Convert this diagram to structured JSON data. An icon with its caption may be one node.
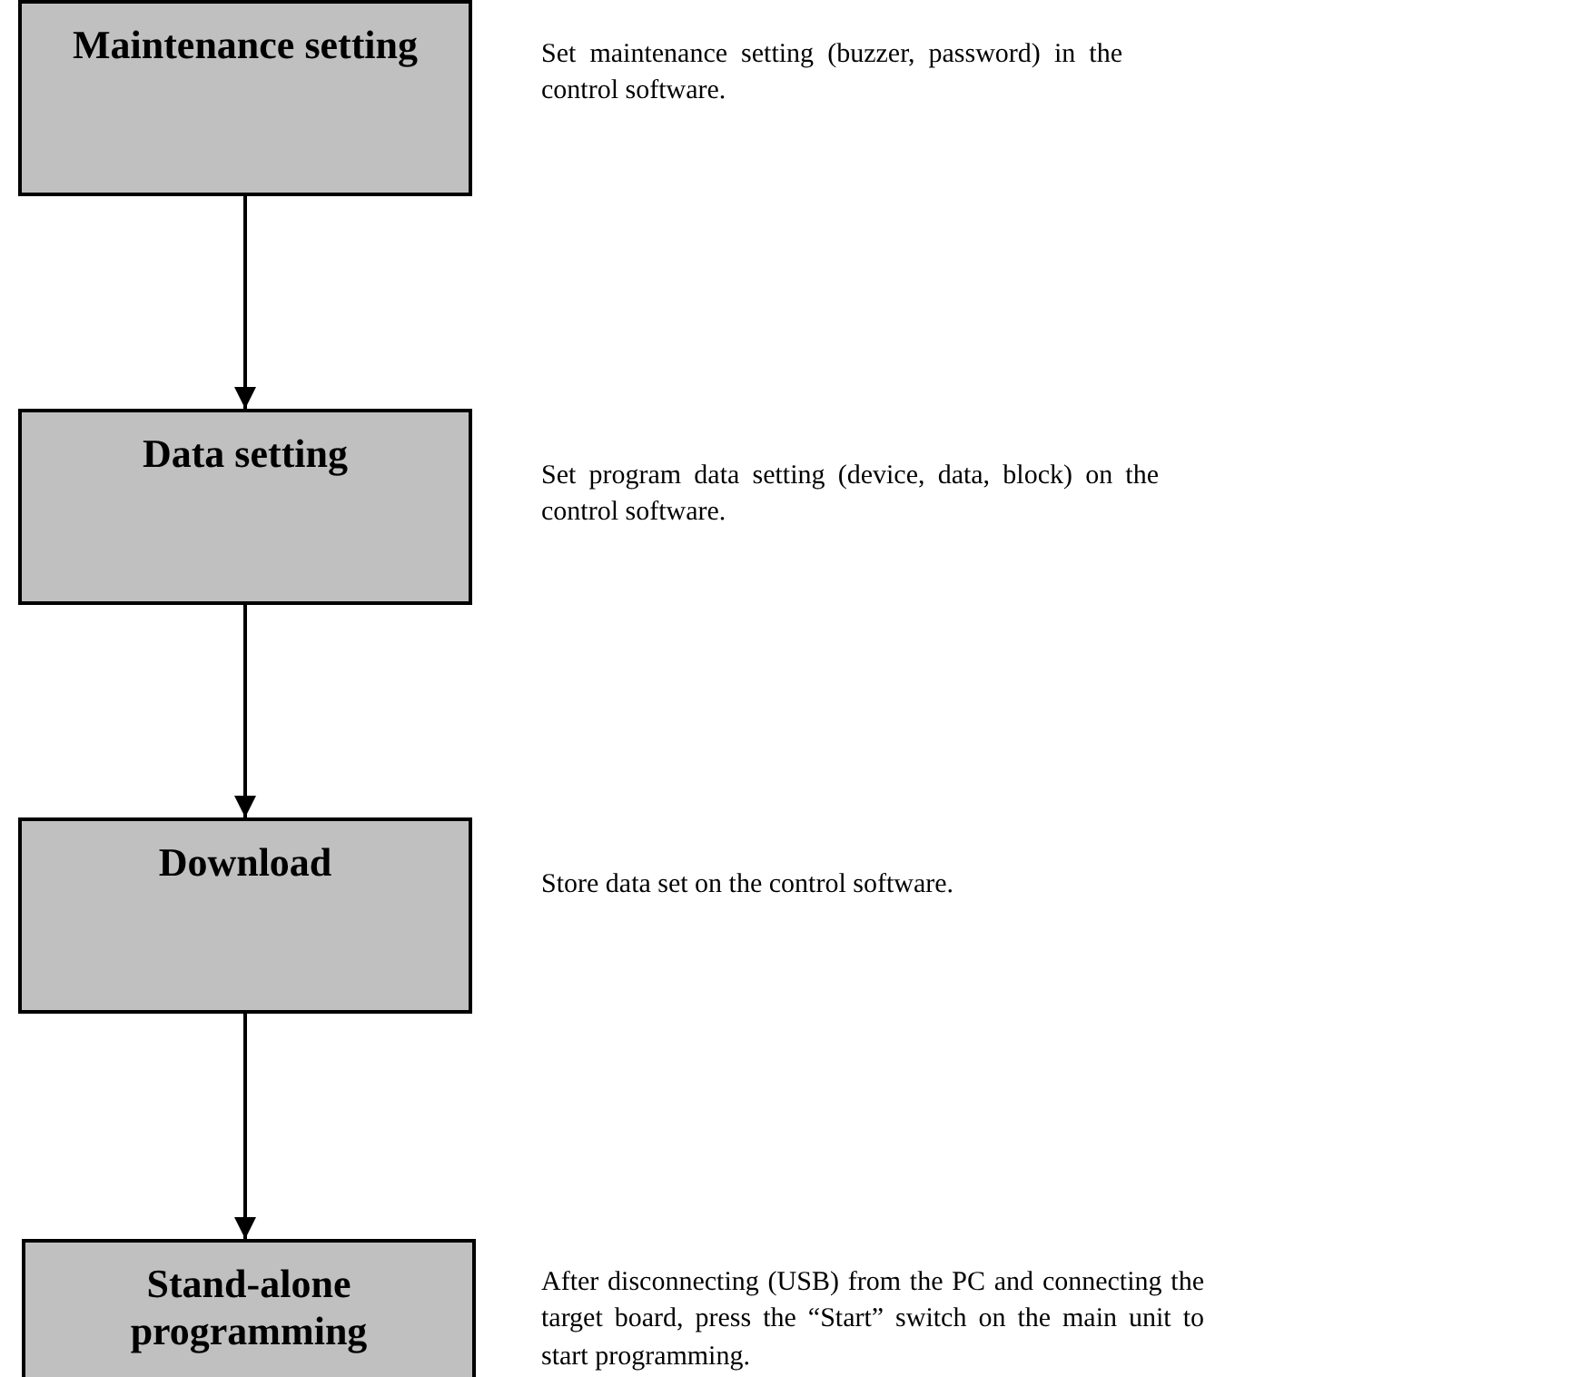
{
  "diagram": {
    "nodes": [
      {
        "text": [
          "Maintenance setting"
        ],
        "beside": [
          "Set maintenance setting (buzzer, password) in the control software."
        ]
      },
      {
        "text": [
          "Data setting"
        ],
        "beside": [
          "Set program data setting (device, data, block) on the control software."
        ]
      },
      {
        "text": [
          "Download"
        ],
        "beside": [
          "Store data set on the control software."
        ]
      },
      {
        "text": [
          "Stand-alone programming"
        ],
        "beside": [
          "After disconnecting (USB) from the PC and connecting the target board, press the “Start” switch on the main unit to start programming."
        ]
      }
    ],
    "edges": [
      {
        "from": 0,
        "to": 1,
        "arrow": "to"
      },
      {
        "from": 1,
        "to": 2,
        "arrow": "to"
      },
      {
        "from": 2,
        "to": 3,
        "arrow": "to"
      }
    ]
  }
}
